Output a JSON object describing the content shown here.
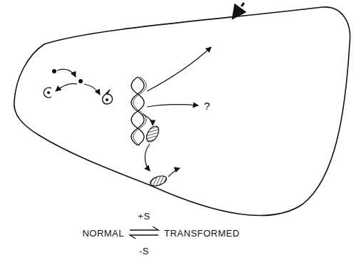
{
  "diagram": {
    "labels": [
      "?",
      "+S",
      "NORMAL",
      "TRANSFORMED",
      "-S"
    ]
  }
}
